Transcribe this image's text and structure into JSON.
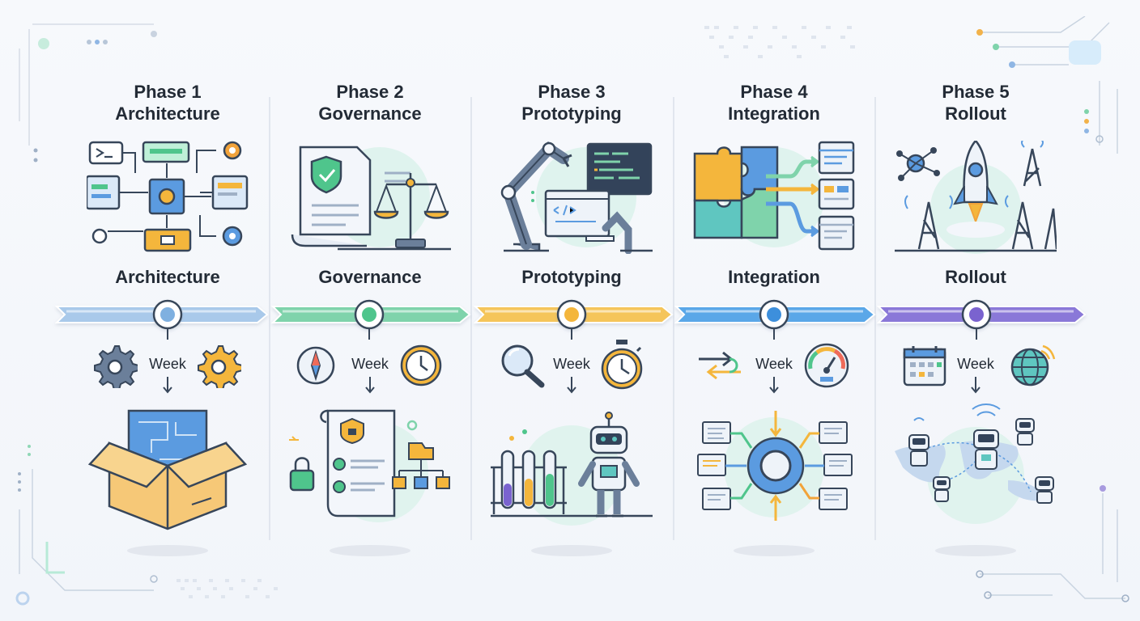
{
  "phases": [
    {
      "line1": "Phase 1",
      "line2": "Architecture",
      "mid": "Architecture",
      "week": "Week",
      "color": "#a9c9ea",
      "node": "#7fb0e0"
    },
    {
      "line1": "Phase 2",
      "line2": "Governance",
      "mid": "Governance",
      "week": "Week",
      "color": "#7fd3ab",
      "node": "#4fc58c"
    },
    {
      "line1": "Phase 3",
      "line2": "Prototyping",
      "mid": "Prototyping",
      "week": "Week",
      "color": "#f5c55a",
      "node": "#f4b63c"
    },
    {
      "line1": "Phase 4",
      "line2": "Integration",
      "mid": "Integration",
      "week": "Week",
      "color": "#5aa7e8",
      "node": "#3d8fdc"
    },
    {
      "line1": "Phase 5",
      "line2": "Rollout",
      "mid": "Rollout",
      "week": "Week",
      "color": "#8a78d8",
      "node": "#7a63cf"
    }
  ],
  "palette": {
    "ink": "#37465a",
    "blue": "#5b9be0",
    "lightblue": "#cfe3f6",
    "green": "#4fc58c",
    "yellow": "#f4b63c",
    "orange": "#f2a33a",
    "purple": "#7a63cf",
    "teal": "#5fc6c0"
  }
}
